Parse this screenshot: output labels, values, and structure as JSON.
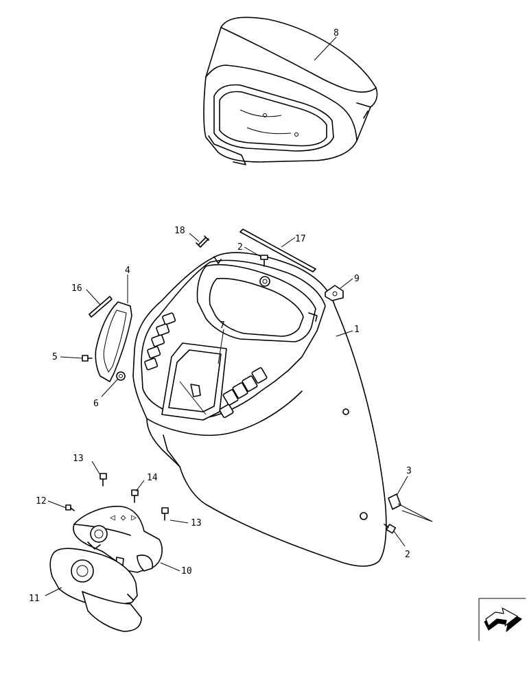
{
  "callouts": {
    "c1": "1",
    "c2a": "2",
    "c2b": "2",
    "c3": "3",
    "c4": "4",
    "c5": "5",
    "c6": "6",
    "c7": "7",
    "c8": "8",
    "c9": "9",
    "c10": "10",
    "c11": "11",
    "c12": "12",
    "c13a": "13",
    "c13b": "13",
    "c14": "14",
    "c16": "16",
    "c17": "17",
    "c18": "18"
  },
  "nav": {
    "icon": "next-page-arrow-icon"
  }
}
